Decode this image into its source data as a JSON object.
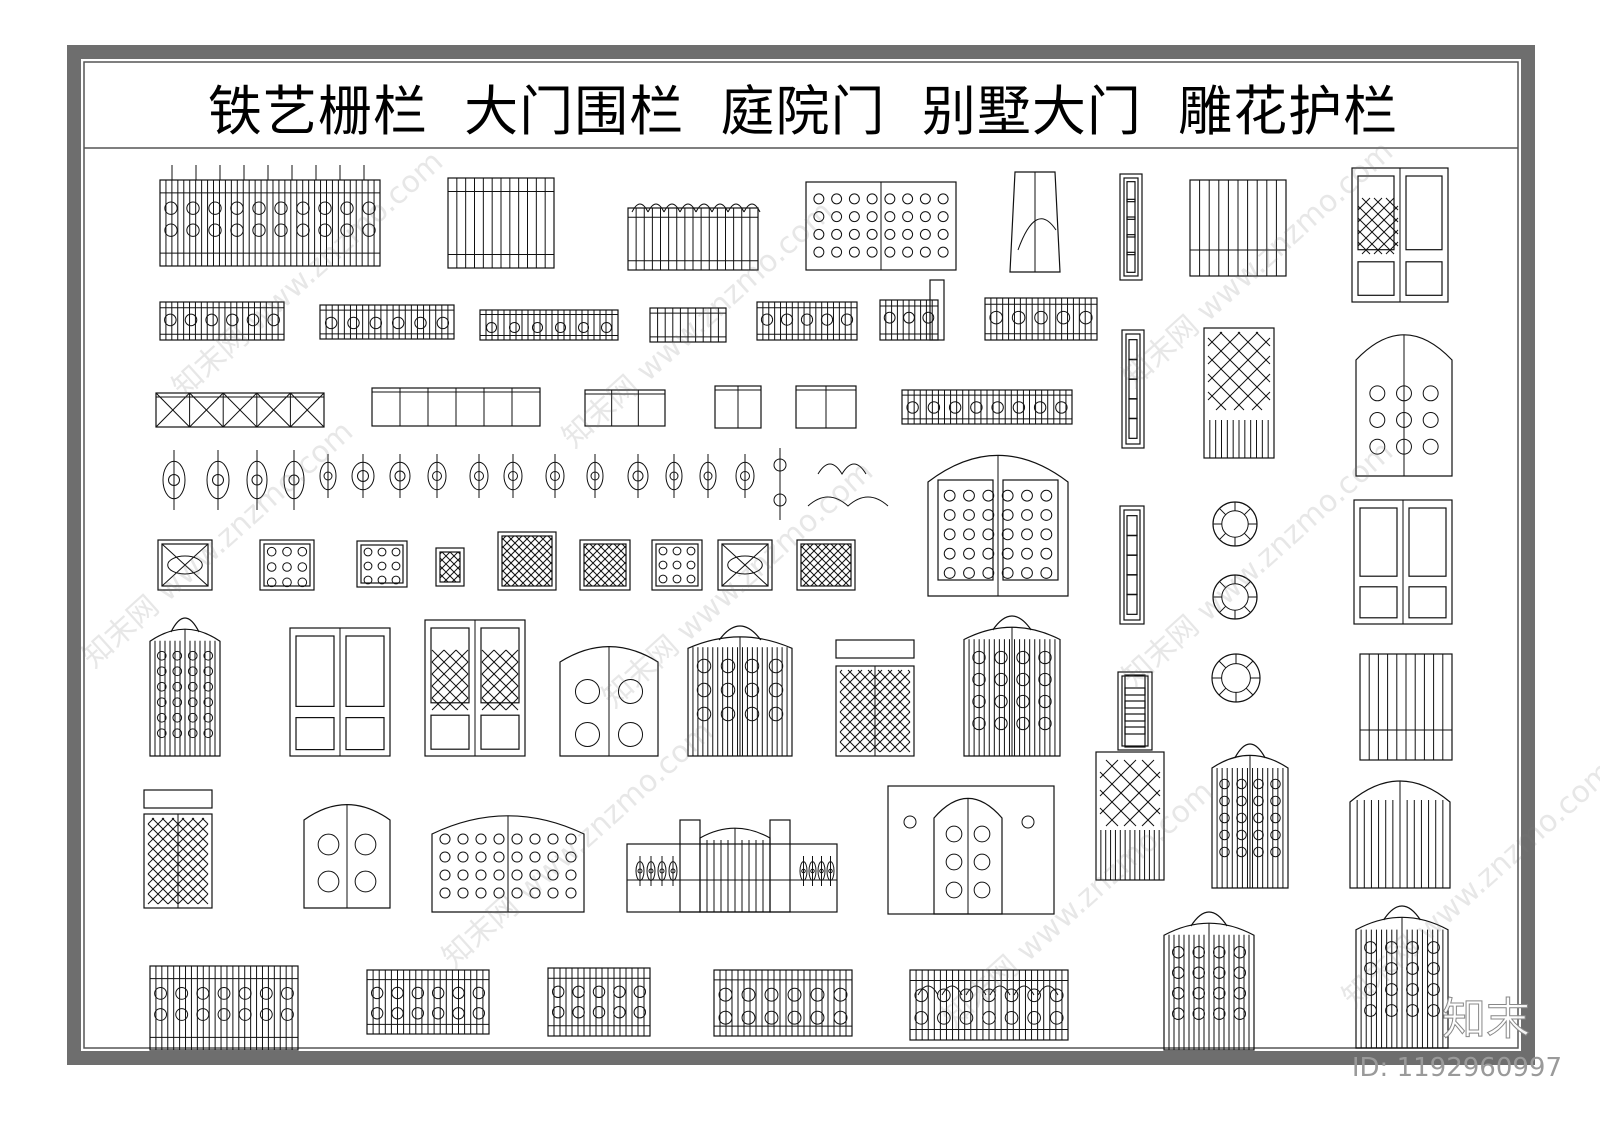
{
  "sheet": {
    "title": "铁艺栅栏  大门围栏  庭院门  别墅大门  雕花护栏"
  },
  "watermark": {
    "text": "知末网 www.znzmo.com",
    "brand": "知末",
    "id_label": "ID: 1192960997"
  },
  "colors": {
    "frame": "#6e6e6e",
    "ink": "#1a1a1a",
    "paper": "#ffffff"
  }
}
